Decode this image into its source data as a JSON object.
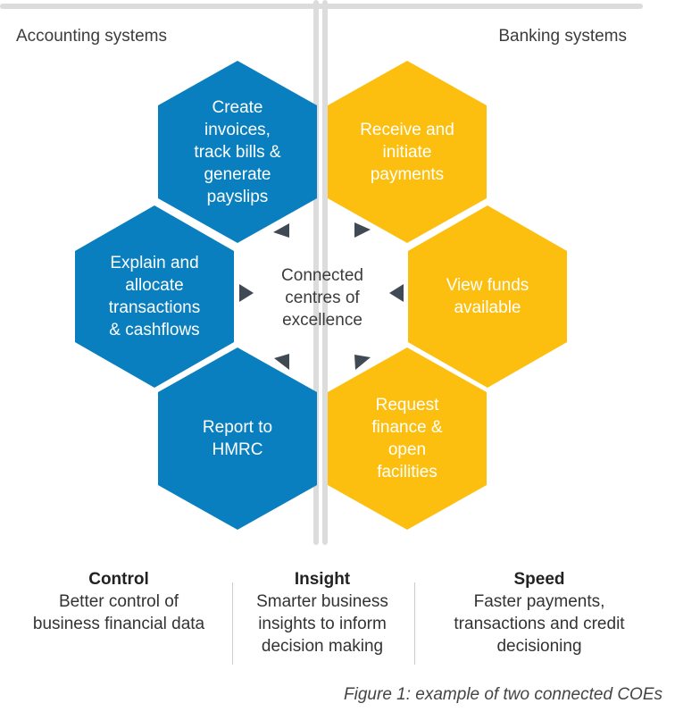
{
  "sides": {
    "left_title": "Accounting systems",
    "right_title": "Banking systems"
  },
  "center": {
    "label": "Connected\ncentres of\nexcellence"
  },
  "hexagons": {
    "accounting": [
      "Create\ninvoices,\ntrack bills &\ngenerate\npayslips",
      "Explain and\nallocate\ntransactions\n& cashflows",
      "Report to\nHMRC"
    ],
    "banking": [
      "Receive and\ninitiate\npayments",
      "View funds\navailable",
      "Request\nfinance &\nopen\nfacilities"
    ]
  },
  "pillars": [
    {
      "title": "Control",
      "text": "Better control of\nbusiness financial data"
    },
    {
      "title": "Insight",
      "text": "Smarter business\ninsights to inform\ndecision making"
    },
    {
      "title": "Speed",
      "text": "Faster payments,\ntransactions and credit\ndecisioning"
    }
  ],
  "caption": "Figure 1: example of two connected COEs",
  "colors": {
    "accounting": "#0a7fbf",
    "banking": "#fcbf0f",
    "divider": "#dcdcdc",
    "arrow": "#3f4a55"
  }
}
